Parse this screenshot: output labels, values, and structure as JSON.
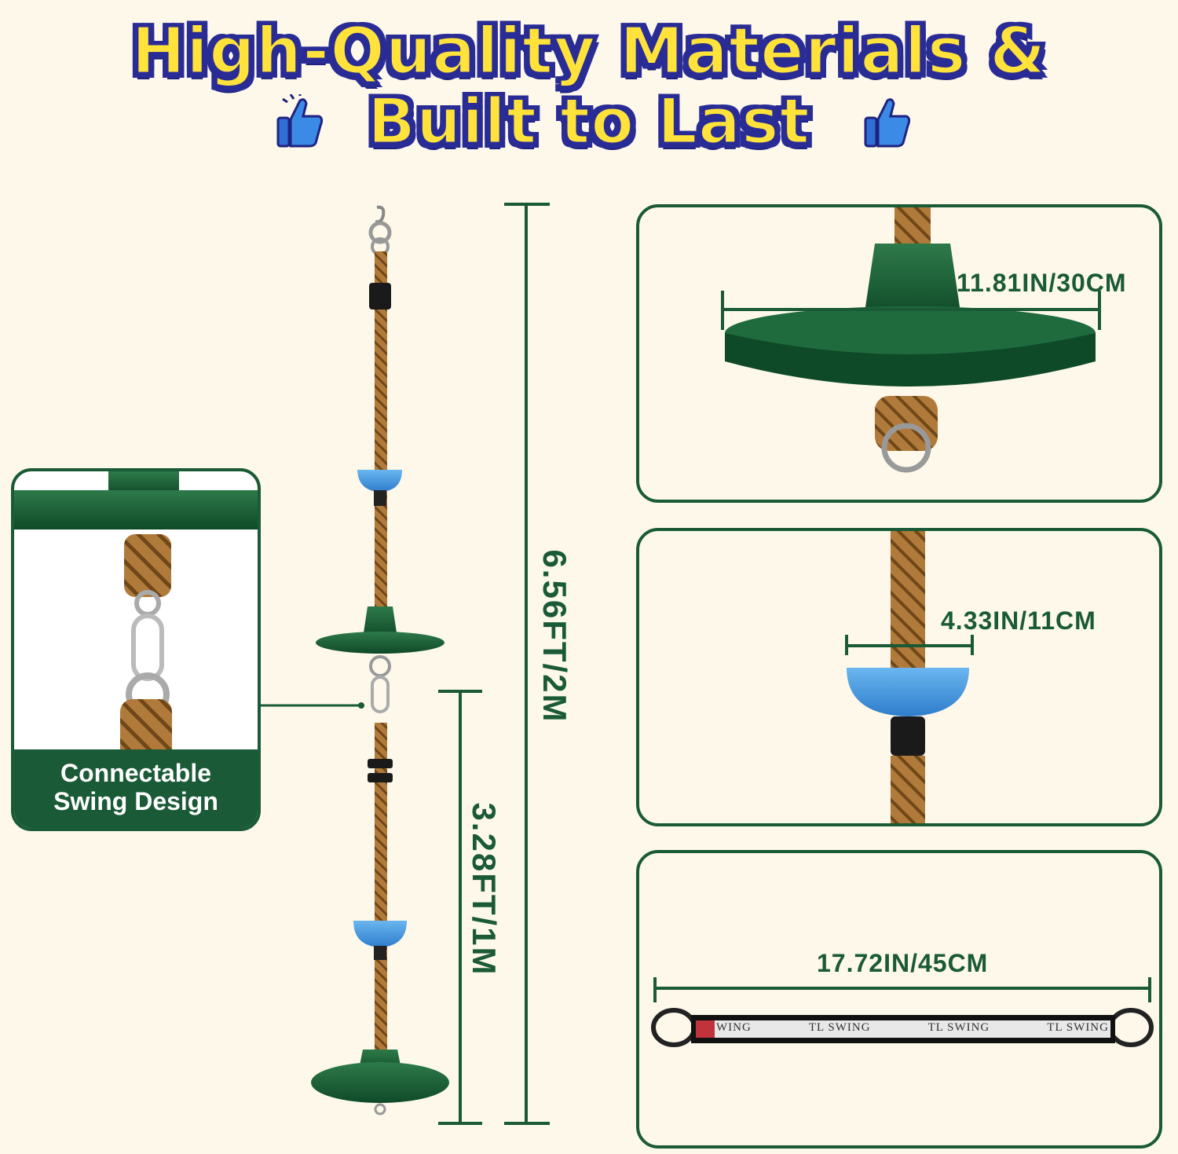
{
  "headline": {
    "line1": "High-Quality Materials &",
    "line2": "Built to Last",
    "icon": "thumbs-up-icon"
  },
  "dimensions": {
    "total_length": "6.56FT/2M",
    "segment_length": "3.28FT/1M",
    "disc_diameter": "11.81IN/30CM",
    "step_diameter": "4.33IN/11CM",
    "strap_length": "17.72IN/45CM"
  },
  "callout": {
    "line1": "Connectable",
    "line2": "Swing Design"
  },
  "strap_text": [
    "WING",
    "TL SWING",
    "TL SWING",
    "TL SWING"
  ],
  "colors": {
    "accent_green": "#1a5a36",
    "headline_yellow": "#ffe23a",
    "headline_outline": "#2a2c96",
    "step_blue": "#4a9de0",
    "rope_brown": "#b07a3a",
    "background": "#fdf8ea"
  }
}
